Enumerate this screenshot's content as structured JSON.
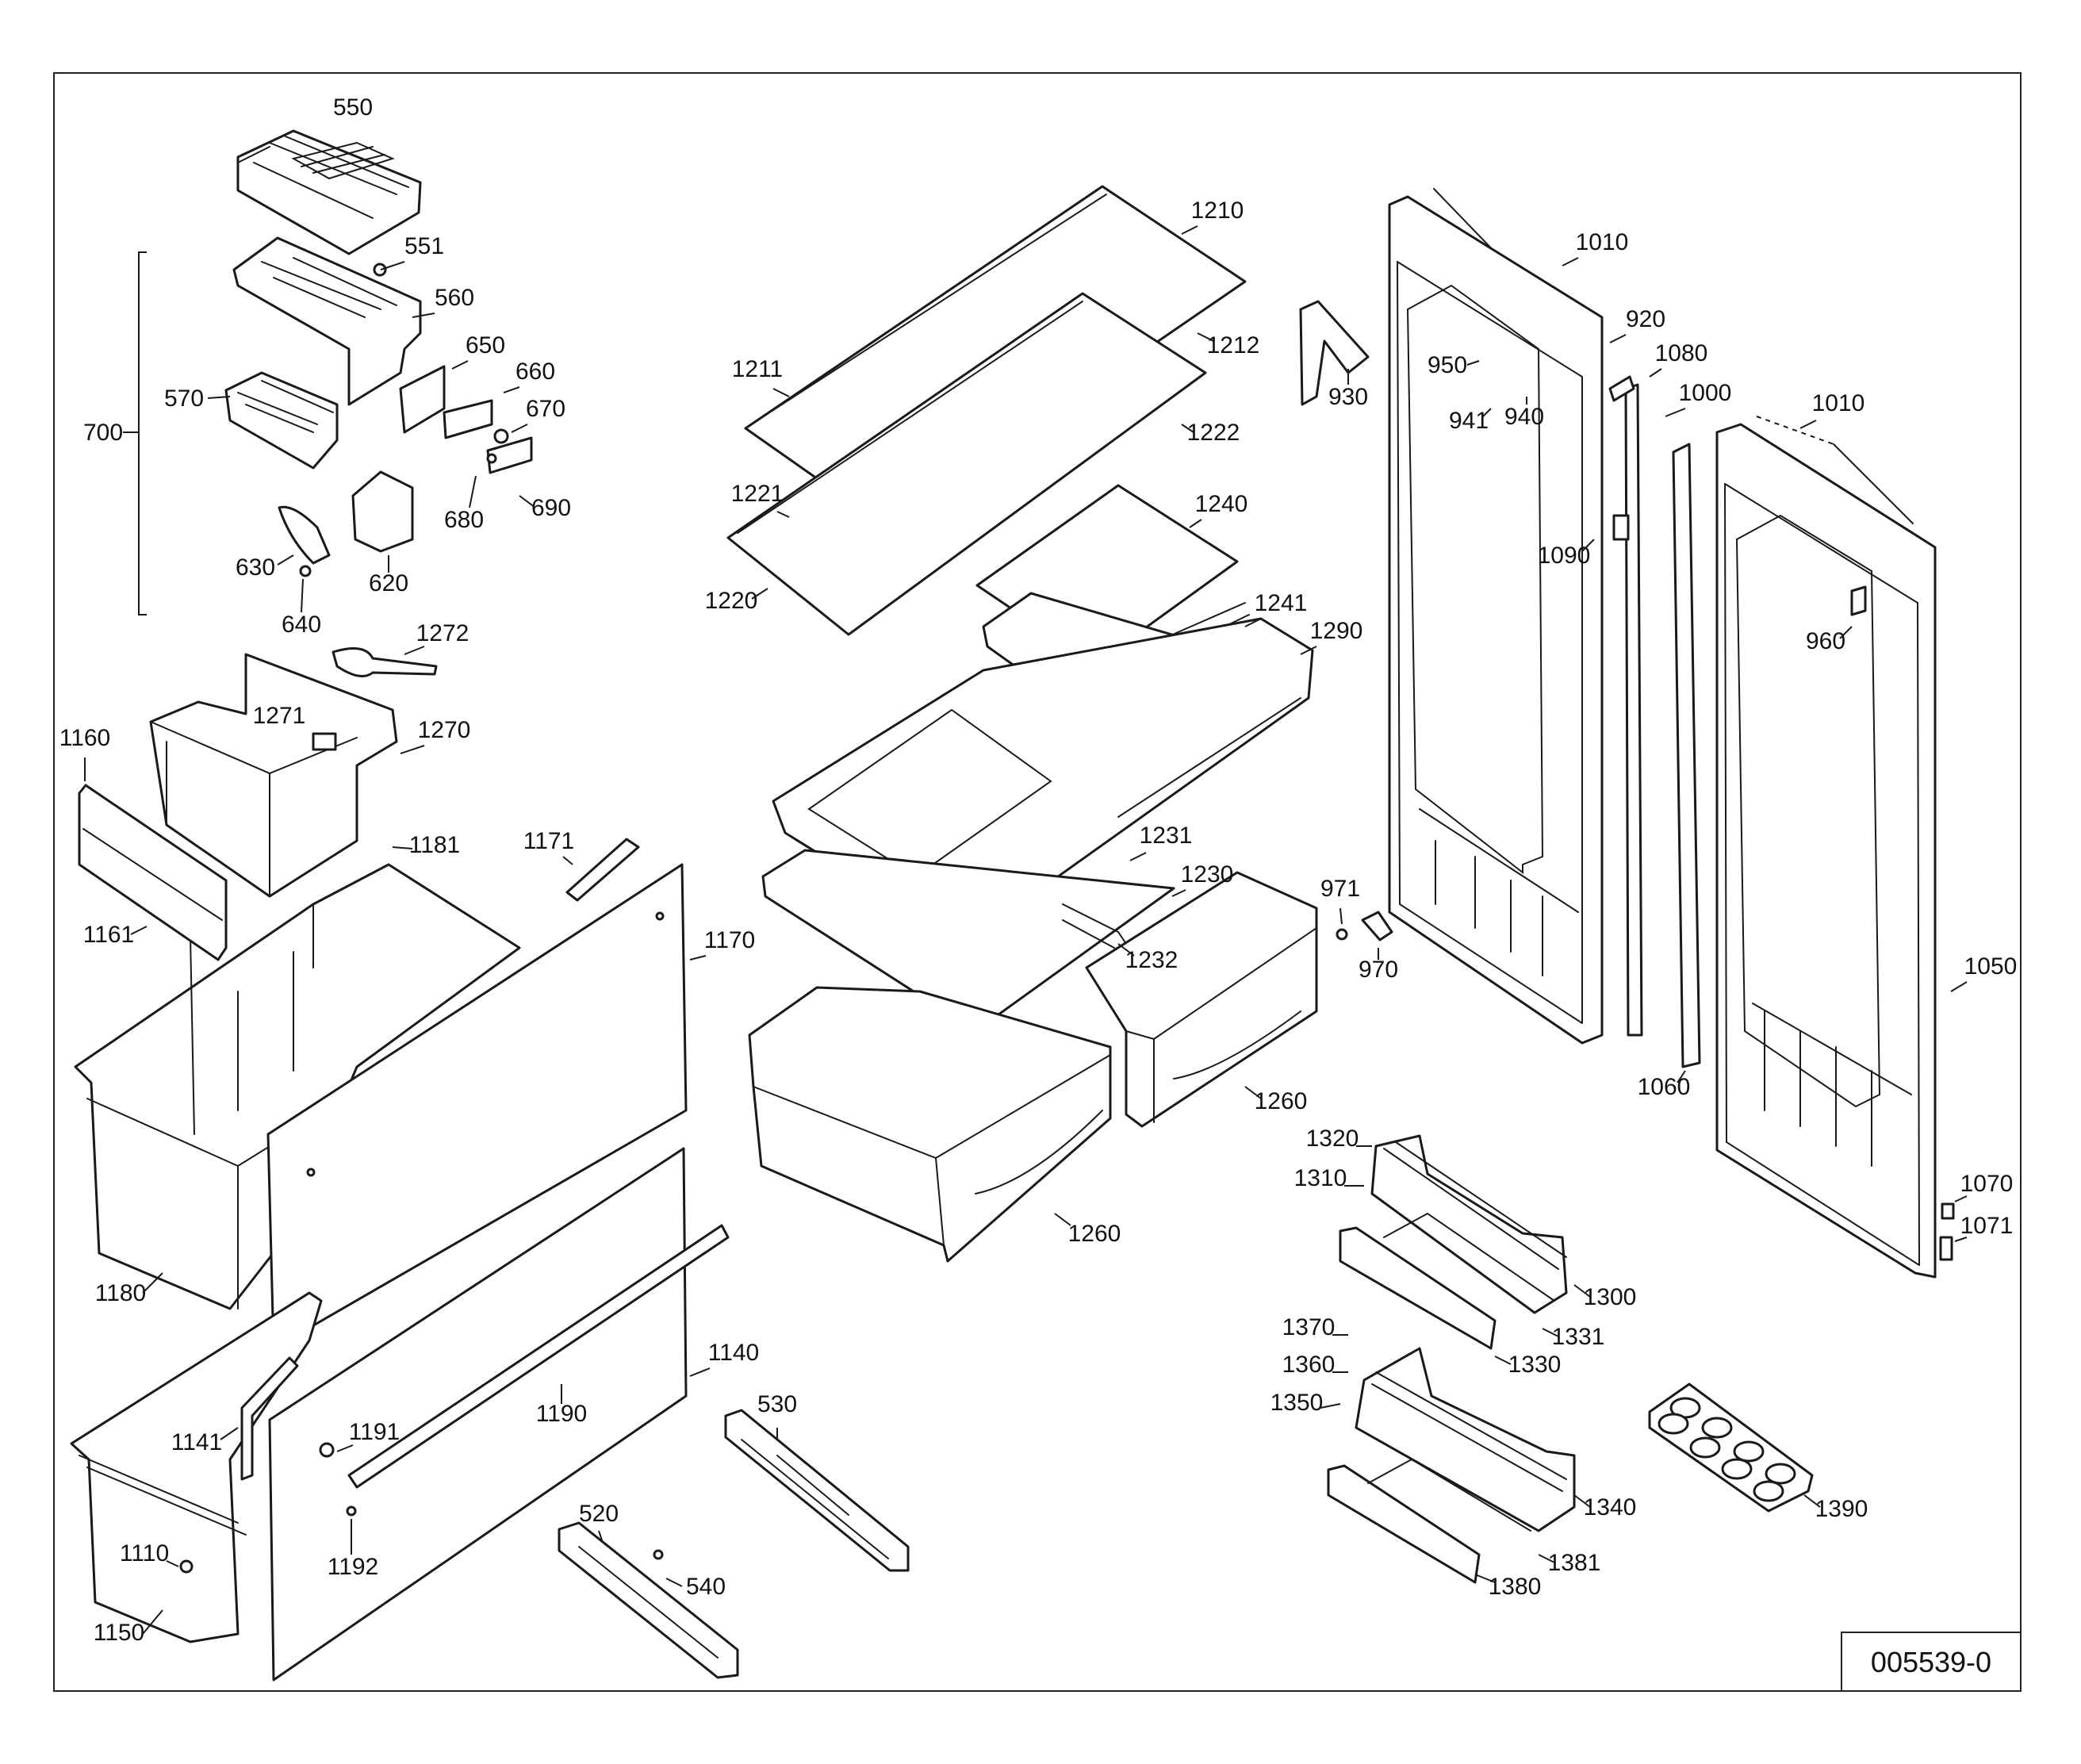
{
  "drawing_code": "005539-0",
  "labels": [
    {
      "id": "l550",
      "text": "550"
    },
    {
      "id": "l551",
      "text": "551"
    },
    {
      "id": "l560",
      "text": "560"
    },
    {
      "id": "l650",
      "text": "650"
    },
    {
      "id": "l660",
      "text": "660"
    },
    {
      "id": "l570",
      "text": "570"
    },
    {
      "id": "l670",
      "text": "670"
    },
    {
      "id": "l700",
      "text": "700"
    },
    {
      "id": "l680",
      "text": "680"
    },
    {
      "id": "l690",
      "text": "690"
    },
    {
      "id": "l630",
      "text": "630"
    },
    {
      "id": "l620",
      "text": "620"
    },
    {
      "id": "l640",
      "text": "640"
    },
    {
      "id": "l1272",
      "text": "1272"
    },
    {
      "id": "l1271",
      "text": "1271"
    },
    {
      "id": "l1270",
      "text": "1270"
    },
    {
      "id": "l1160",
      "text": "1160"
    },
    {
      "id": "l1181",
      "text": "1181"
    },
    {
      "id": "l1171",
      "text": "1171"
    },
    {
      "id": "l1161",
      "text": "1161"
    },
    {
      "id": "l1170",
      "text": "1170"
    },
    {
      "id": "l1180",
      "text": "1180"
    },
    {
      "id": "l1141",
      "text": "1141"
    },
    {
      "id": "l1191",
      "text": "1191"
    },
    {
      "id": "l1190",
      "text": "1190"
    },
    {
      "id": "l1140",
      "text": "1140"
    },
    {
      "id": "l1110",
      "text": "1110"
    },
    {
      "id": "l1192",
      "text": "1192"
    },
    {
      "id": "l1150",
      "text": "1150"
    },
    {
      "id": "l530",
      "text": "530"
    },
    {
      "id": "l520",
      "text": "520"
    },
    {
      "id": "l540",
      "text": "540"
    },
    {
      "id": "l1210",
      "text": "1210"
    },
    {
      "id": "l1211",
      "text": "1211"
    },
    {
      "id": "l1212",
      "text": "1212"
    },
    {
      "id": "l1222",
      "text": "1222"
    },
    {
      "id": "l1221",
      "text": "1221"
    },
    {
      "id": "l1220",
      "text": "1220"
    },
    {
      "id": "l1240",
      "text": "1240"
    },
    {
      "id": "l1241",
      "text": "1241"
    },
    {
      "id": "l1290",
      "text": "1290"
    },
    {
      "id": "l1231",
      "text": "1231"
    },
    {
      "id": "l1230",
      "text": "1230"
    },
    {
      "id": "l1232",
      "text": "1232"
    },
    {
      "id": "l1260a",
      "text": "1260"
    },
    {
      "id": "l1260b",
      "text": "1260"
    },
    {
      "id": "l1010a",
      "text": "1010"
    },
    {
      "id": "l920",
      "text": "920"
    },
    {
      "id": "l1080",
      "text": "1080"
    },
    {
      "id": "l950",
      "text": "950"
    },
    {
      "id": "l930",
      "text": "930"
    },
    {
      "id": "l1000",
      "text": "1000"
    },
    {
      "id": "l941",
      "text": "941"
    },
    {
      "id": "l940",
      "text": "940"
    },
    {
      "id": "l1010b",
      "text": "1010"
    },
    {
      "id": "l1090",
      "text": "1090"
    },
    {
      "id": "l960",
      "text": "960"
    },
    {
      "id": "l971",
      "text": "971"
    },
    {
      "id": "l970",
      "text": "970"
    },
    {
      "id": "l1050",
      "text": "1050"
    },
    {
      "id": "l1060",
      "text": "1060"
    },
    {
      "id": "l1320",
      "text": "1320"
    },
    {
      "id": "l1310",
      "text": "1310"
    },
    {
      "id": "l1070",
      "text": "1070"
    },
    {
      "id": "l1071",
      "text": "1071"
    },
    {
      "id": "l1300",
      "text": "1300"
    },
    {
      "id": "l1331",
      "text": "1331"
    },
    {
      "id": "l1370",
      "text": "1370"
    },
    {
      "id": "l1330",
      "text": "1330"
    },
    {
      "id": "l1360",
      "text": "1360"
    },
    {
      "id": "l1350",
      "text": "1350"
    },
    {
      "id": "l1340",
      "text": "1340"
    },
    {
      "id": "l1390",
      "text": "1390"
    },
    {
      "id": "l1381",
      "text": "1381"
    },
    {
      "id": "l1380",
      "text": "1380"
    }
  ]
}
